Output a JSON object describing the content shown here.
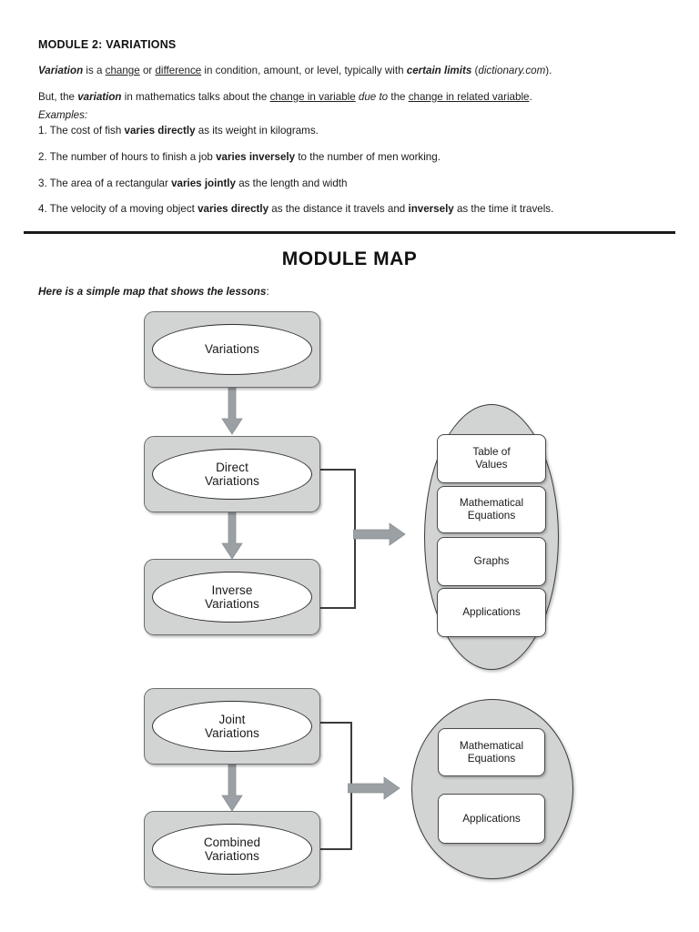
{
  "document": {
    "heading": "MODULE 2: VARIATIONS",
    "definition": {
      "term": "Variation",
      "seg_is_a": " is a ",
      "link_change": "change",
      "seg_or": " or ",
      "link_difference": "difference",
      "seg_mid": " in condition, amount, or level, typically with ",
      "bold_certain_limits": "certain limits",
      "seg_open": " (",
      "source": "dictionary.com",
      "seg_close": ")."
    },
    "but_line": {
      "seg_but": "But, the ",
      "term": "variation",
      "seg_mid1": " in mathematics talks about the ",
      "link_change_in_variable": "change in variable",
      "seg_due_to": " due to",
      "seg_the": " the ",
      "link_change_in_related": "change in related variable",
      "seg_end": "."
    },
    "examples_label": "Examples:",
    "examples": [
      {
        "number": "1.",
        "pre": " The cost of fish ",
        "bold": "varies directly",
        "post": " as its weight in kilograms.",
        "bold2": "",
        "post2": ""
      },
      {
        "number": "2.",
        "pre": " The number of hours to finish a job ",
        "bold": "varies inversely",
        "post": " to the number of men working.",
        "bold2": "",
        "post2": ""
      },
      {
        "number": "3.",
        "pre": " The area of a rectangular ",
        "bold": "varies jointly",
        "post": " as the length and width",
        "bold2": "",
        "post2": ""
      },
      {
        "number": "4.",
        "pre": " The velocity of a moving object ",
        "bold": "varies directly",
        "post": " as the distance it travels and ",
        "bold2": "inversely",
        "post2": " as the time it travels."
      }
    ]
  },
  "module_map": {
    "title": "MODULE MAP",
    "subtitle_bold": "Here is a simple map that shows the lessons",
    "subtitle_plain": ":"
  },
  "chart_data": {
    "type": "diagram",
    "title": "MODULE MAP",
    "nodes": [
      {
        "id": "variations",
        "label": "Variations",
        "column": "left",
        "order": 1
      },
      {
        "id": "direct",
        "label": "Direct\nVariations",
        "line1": "Direct",
        "line2": "Variations",
        "column": "left",
        "order": 2
      },
      {
        "id": "inverse",
        "label": "Inverse\nVariations",
        "line1": "Inverse",
        "line2": "Variations",
        "column": "left",
        "order": 3
      },
      {
        "id": "joint",
        "label": "Joint\nVariations",
        "line1": "Joint",
        "line2": "Variations",
        "column": "left",
        "order": 4
      },
      {
        "id": "combined",
        "label": "Combined\nVariations",
        "line1": "Combined",
        "line2": "Variations",
        "column": "left",
        "order": 5
      }
    ],
    "groups": [
      {
        "id": "group-1",
        "sources": [
          "direct",
          "inverse"
        ],
        "items": [
          {
            "id": "table-of-values",
            "line1": "Table of",
            "line2": "Values"
          },
          {
            "id": "mathematical-equations-1",
            "line1": "Mathematical",
            "line2": "Equations"
          },
          {
            "id": "graphs",
            "line1": "Graphs",
            "line2": ""
          },
          {
            "id": "applications-1",
            "line1": "Applications",
            "line2": ""
          }
        ]
      },
      {
        "id": "group-2",
        "sources": [
          "joint",
          "combined"
        ],
        "items": [
          {
            "id": "mathematical-equations-2",
            "line1": "Mathematical",
            "line2": "Equations"
          },
          {
            "id": "applications-2",
            "line1": "Applications",
            "line2": ""
          }
        ]
      }
    ],
    "flow": [
      "variations -> direct",
      "direct -> inverse",
      "joint -> combined",
      "{direct, inverse} -> group-1",
      "{joint, combined} -> group-2"
    ]
  },
  "colors": {
    "node_fill": "#d2d3d3",
    "node_stroke": "#6b6e70",
    "ellipse_fill": "#ffffff",
    "arrow_fill": "#9aa0a3",
    "text": "#1a1a1a",
    "divider": "#1a1a1a"
  }
}
